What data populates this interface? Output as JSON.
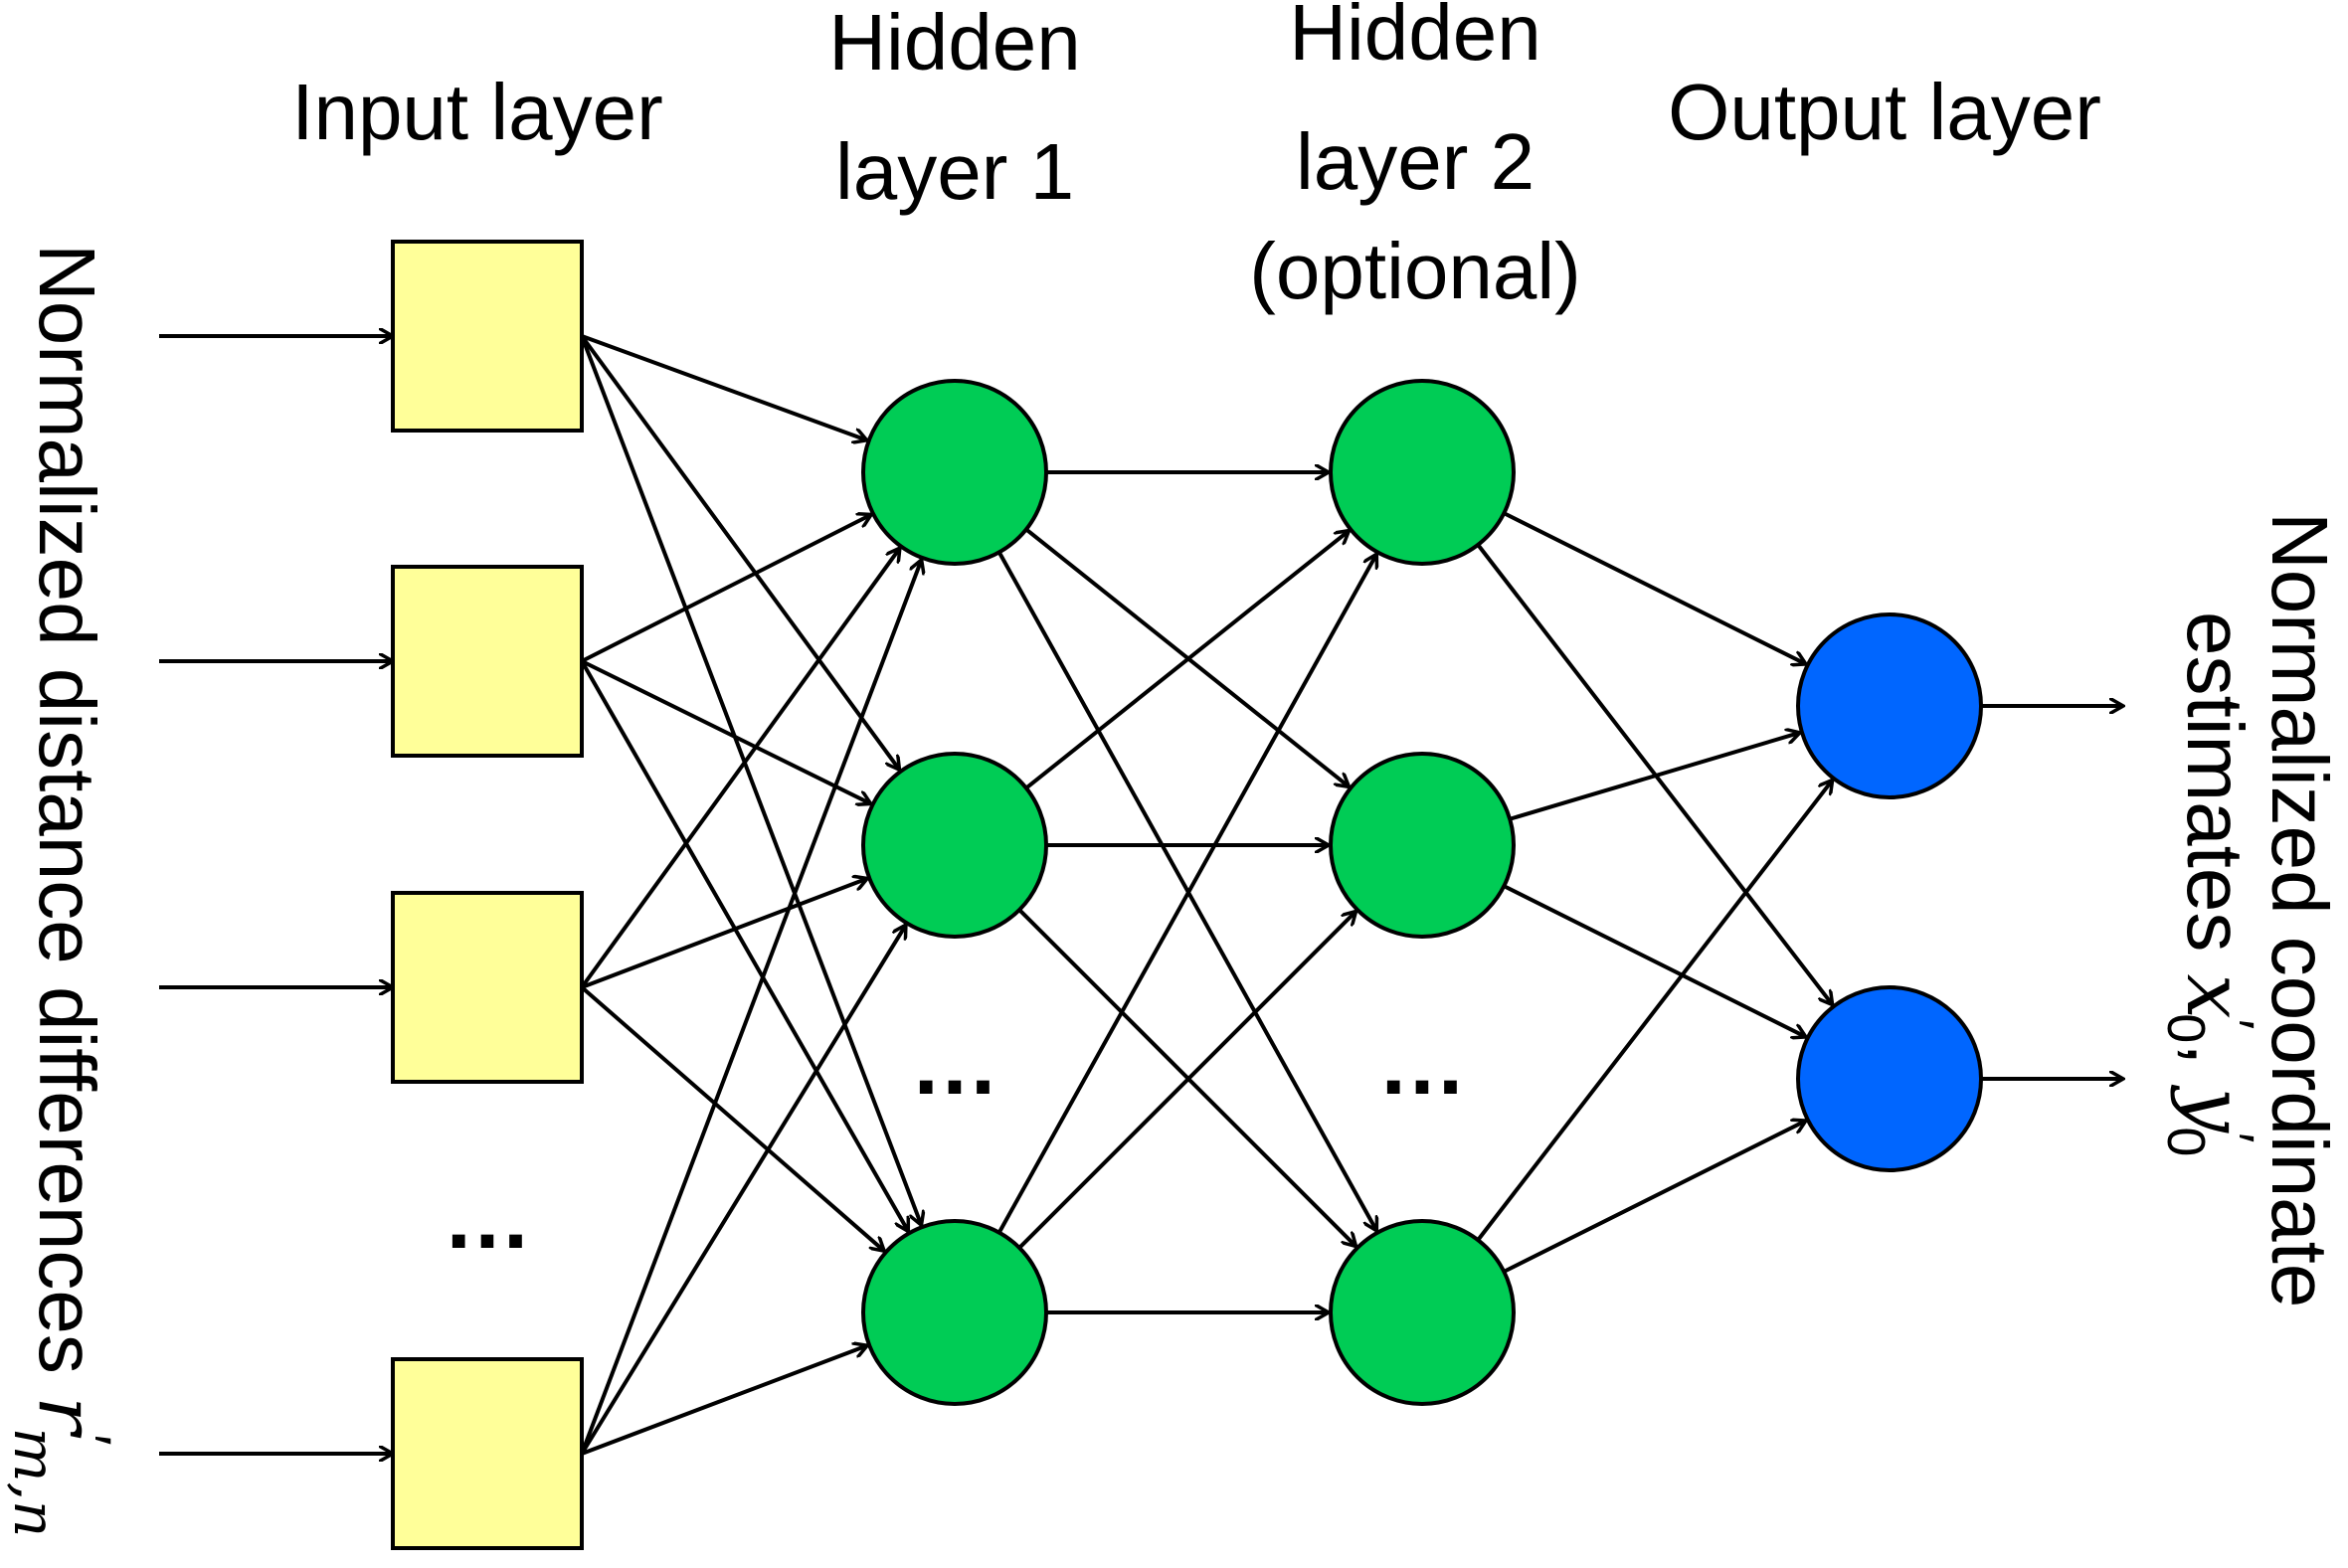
{
  "colors": {
    "input_fill": "#ffff99",
    "hidden_fill": "#00cc55",
    "output_fill": "#0066ff",
    "stroke": "#000000",
    "background": "#ffffff"
  },
  "titles": {
    "input": "Input layer",
    "hidden1_line1": "Hidden",
    "hidden1_line2": "layer 1",
    "hidden2_line1": "Hidden",
    "hidden2_line2": "layer 2",
    "hidden2_line3": "(optional)",
    "output": "Output layer"
  },
  "left_label": {
    "text": "Normalized distance differences ",
    "math_var": "r",
    "math_prime": "′",
    "math_sub": "m,n"
  },
  "right_label": {
    "line1": "Normalized coordinate",
    "line2_text": "estimates ",
    "math_x": "x",
    "math_y": "y",
    "math_prime": "′",
    "math_sub": "0",
    "math_sep": ", "
  },
  "ellipsis": "…",
  "layers": {
    "input": {
      "visible_nodes": 4,
      "shape": "square",
      "ellipsis_after_index": 2
    },
    "hidden1": {
      "visible_nodes": 3,
      "shape": "circle",
      "ellipsis_after_index": 1
    },
    "hidden2": {
      "visible_nodes": 3,
      "shape": "circle",
      "ellipsis_after_index": 1
    },
    "output": {
      "visible_nodes": 2,
      "shape": "circle"
    }
  },
  "connectivity": "fully-connected"
}
